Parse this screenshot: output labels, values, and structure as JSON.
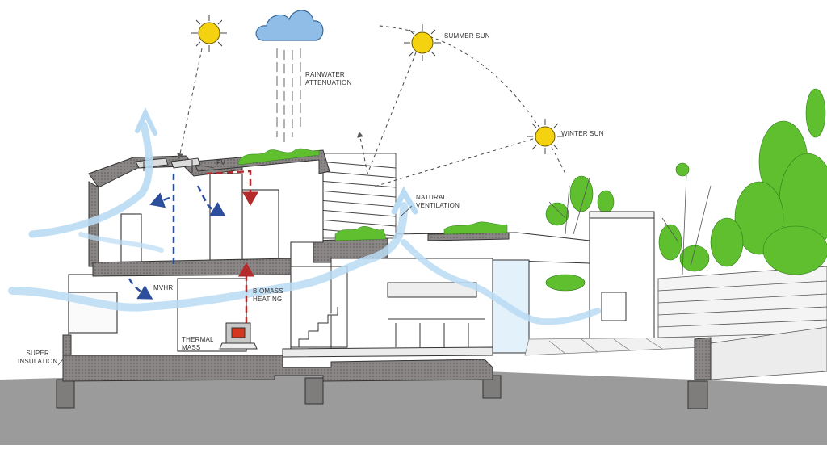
{
  "labels": {
    "rainwater": [
      "RAINWATER",
      "ATTENUATION"
    ],
    "summer_sun": "SUMMER SUN",
    "winter_sun": "WINTER SUN",
    "pv": "PV",
    "natural_ventilation": [
      "NATURAL",
      "VENTILATION"
    ],
    "mvhr": "MVHR",
    "biomass": [
      "BIOMASS",
      "HEATING"
    ],
    "thermal_mass": [
      "THERMAL",
      "MASS"
    ],
    "super_insulation": [
      "SUPER",
      "INSULATION"
    ]
  },
  "colors": {
    "sun_fill": "#f5d20f",
    "cloud_fill": "#8fbde8",
    "airflow": "#b9dbf3",
    "mvhr_supply": "#2c4e9c",
    "mvhr_extract": "#b52a2a",
    "insulation": "#8a8686",
    "ground": "#9b9b9b",
    "vegetation": "#5fbf2f"
  },
  "icons": {
    "sun": "sun-icon",
    "cloud": "rain-cloud-icon",
    "stove": "wood-stove-icon"
  }
}
